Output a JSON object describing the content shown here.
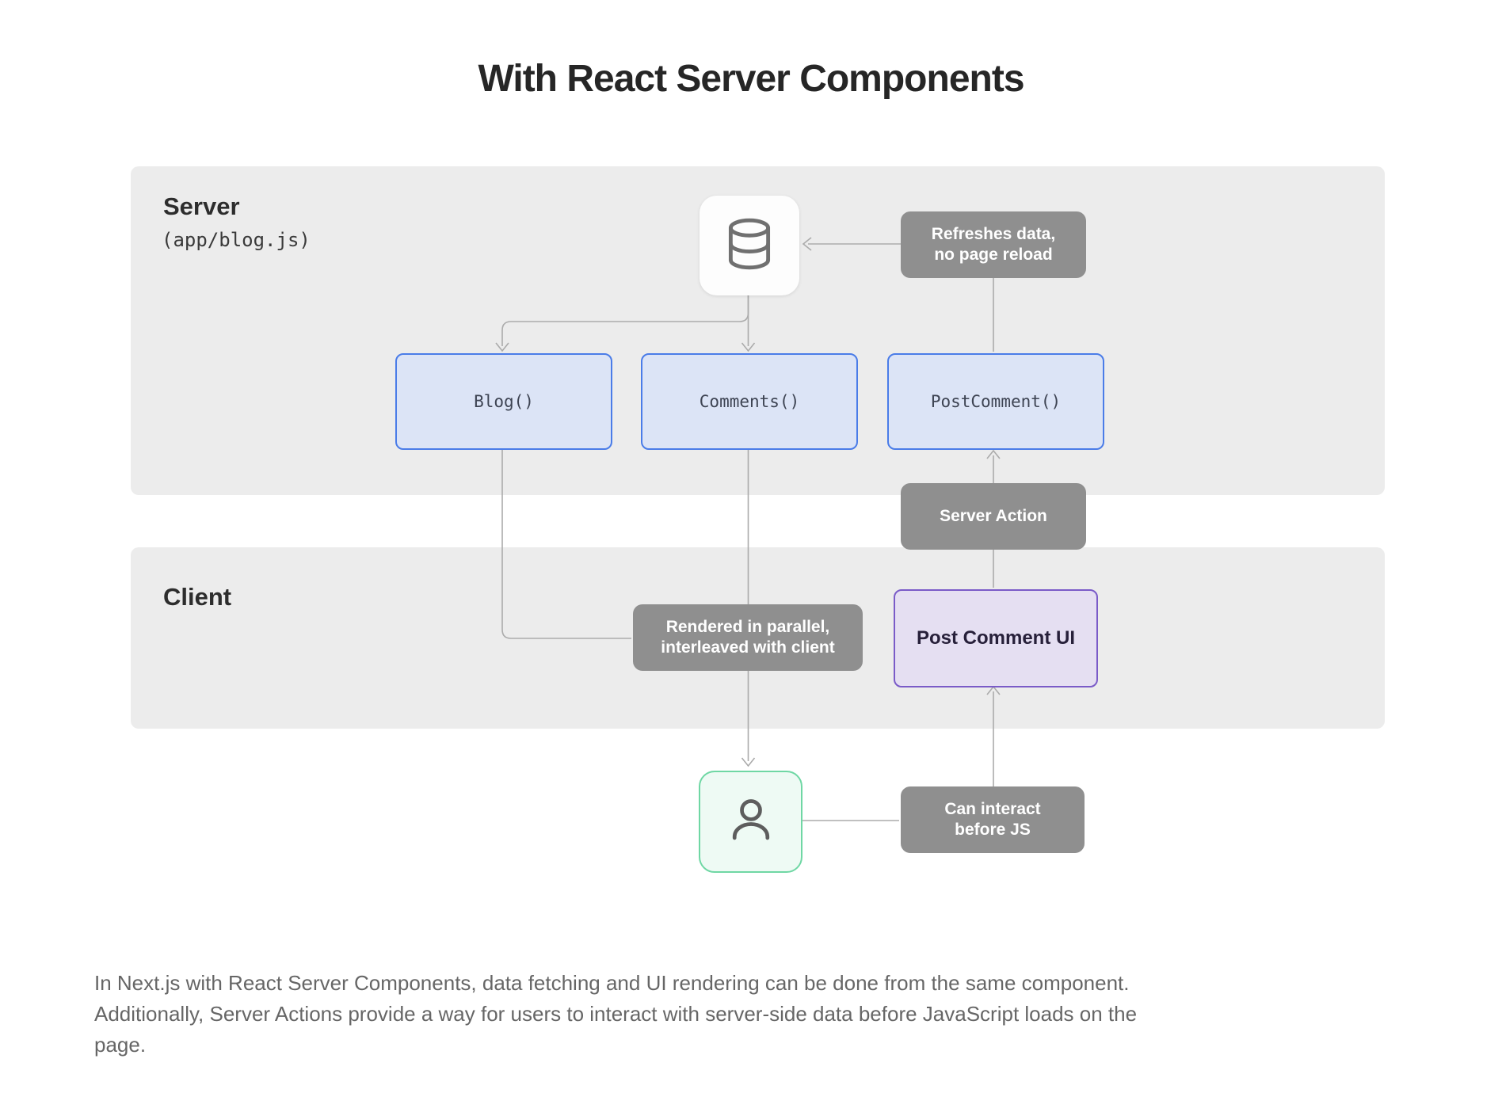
{
  "page": {
    "title": "With React Server Components"
  },
  "server_panel": {
    "label": "Server",
    "sublabel": "(app/blog.js)"
  },
  "client_panel": {
    "label": "Client"
  },
  "nodes": {
    "database_icon": "database-cylinder",
    "blog": {
      "label": "Blog()"
    },
    "comments": {
      "label": "Comments()"
    },
    "post_comment_fn": {
      "label": "PostComment()"
    },
    "post_comment_ui": {
      "label": "Post Comment UI"
    },
    "user_icon": "person"
  },
  "badges": {
    "refreshes": {
      "line1": "Refreshes data,",
      "line2": "no page reload"
    },
    "server_action": {
      "label": "Server Action"
    },
    "rendered": {
      "line1": "Rendered in parallel,",
      "line2": "interleaved with client"
    },
    "can_interact": {
      "line1": "Can interact",
      "line2": "before JS"
    }
  },
  "description": {
    "lines": [
      "In Next.js with React Server Components, data fetching and UI rendering can be done from the same component.",
      "Additionally, Server Actions provide a way for users to interact with server-side data before JavaScript loads on the",
      "page."
    ]
  },
  "colors": {
    "panel_bg": "#ececec",
    "badge_bg": "#8f8f8f",
    "badge_text": "#ffffff",
    "fn_node_bg": "#dce4f6",
    "fn_node_border": "#4a7ce8",
    "purple_node_bg": "#e5dff2",
    "purple_node_border": "#7a5bc8",
    "user_node_bg": "#eefaf4",
    "user_node_border": "#6fd7a4",
    "connector": "#ababab",
    "title_text": "#262626",
    "description_text": "#666666"
  }
}
